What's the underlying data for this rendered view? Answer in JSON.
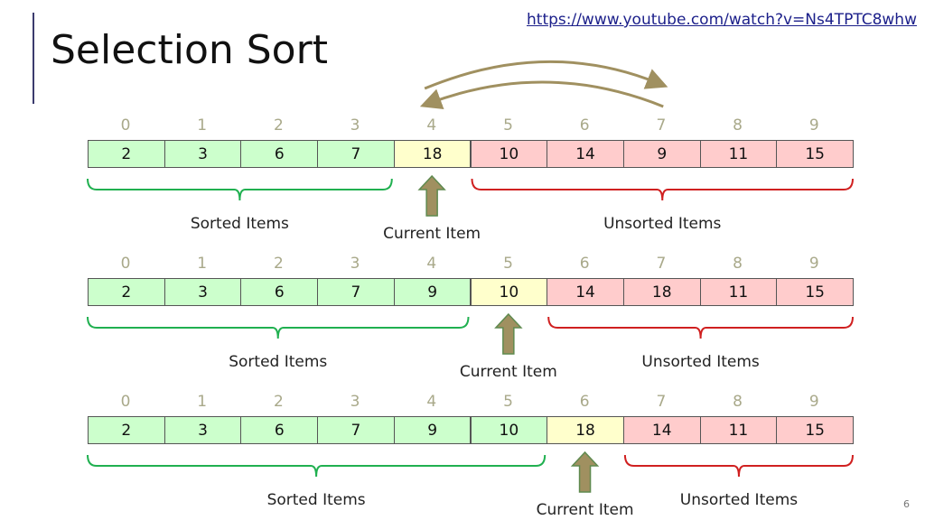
{
  "header": {
    "title": "Selection Sort",
    "url": "https://www.youtube.com/watch?v=Ns4TPTC8whw",
    "slide_number": "6"
  },
  "labels": {
    "sorted": "Sorted Items",
    "current": "Current Item",
    "unsorted": "Unsorted Items"
  },
  "colors": {
    "sorted": "#ccffcc",
    "current": "#ffffcc",
    "unsorted": "#ffcccc",
    "sorted_brace": "#20b050",
    "unsorted_brace": "#d02020",
    "arrow": "#a09060"
  },
  "indices": [
    "0",
    "1",
    "2",
    "3",
    "4",
    "5",
    "6",
    "7",
    "8",
    "9"
  ],
  "rows": [
    {
      "values": [
        "2",
        "3",
        "6",
        "7",
        "18",
        "10",
        "14",
        "9",
        "11",
        "15"
      ],
      "current_index": 4,
      "swap": [
        4,
        7
      ]
    },
    {
      "values": [
        "2",
        "3",
        "6",
        "7",
        "9",
        "10",
        "14",
        "18",
        "11",
        "15"
      ],
      "current_index": 5
    },
    {
      "values": [
        "2",
        "3",
        "6",
        "7",
        "9",
        "10",
        "18",
        "14",
        "11",
        "15"
      ],
      "current_index": 6
    }
  ]
}
